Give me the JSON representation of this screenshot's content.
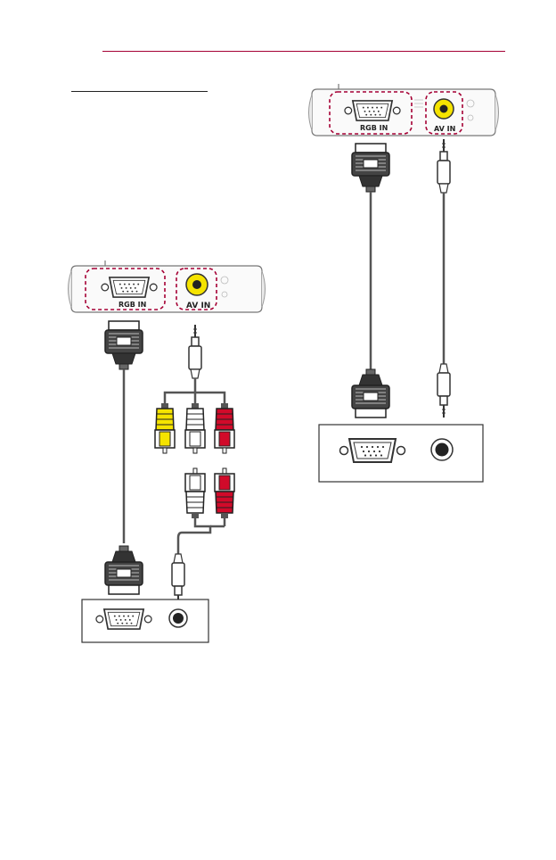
{
  "header": {
    "accent_color": "#a50034"
  },
  "projector_left": {
    "rgb_label": "RGB IN",
    "av_label": "AV IN"
  },
  "projector_right": {
    "rgb_label": "RGB IN",
    "av_label": "AV IN"
  },
  "colors": {
    "highlight_dash": "#a50034",
    "yellow_plug": "#f5e300",
    "red_plug": "#d10a2a",
    "white_plug": "#ffffff",
    "cable": "#555555"
  },
  "icons": [
    "vga-port-icon",
    "av-jack-icon",
    "vga-connector-icon",
    "mini-jack-plug-icon",
    "rca-plug-icon"
  ]
}
